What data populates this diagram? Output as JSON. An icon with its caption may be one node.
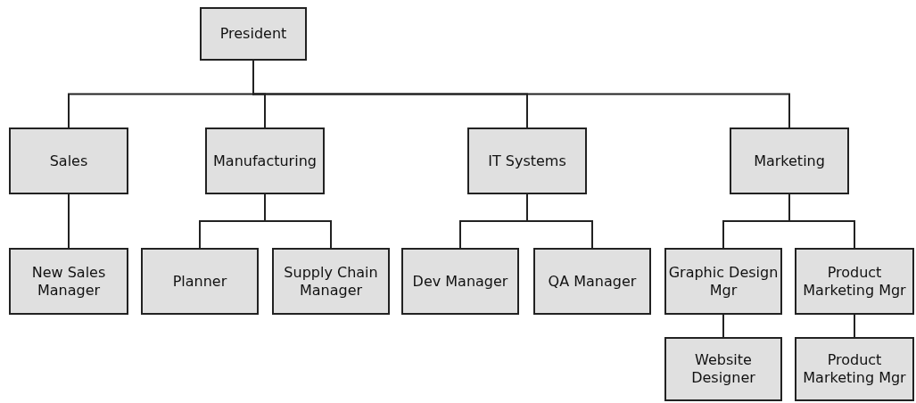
{
  "diagram": {
    "nodes": [
      {
        "text": [
          "President"
        ]
      },
      {
        "text": [
          "Sales"
        ]
      },
      {
        "text": [
          "Manufacturing"
        ]
      },
      {
        "text": [
          "IT Systems"
        ]
      },
      {
        "text": [
          "Marketing"
        ]
      },
      {
        "text": [
          "New Sales Manager"
        ]
      },
      {
        "text": [
          "Planner"
        ]
      },
      {
        "text": [
          "Supply Chain Manager"
        ]
      },
      {
        "text": [
          "Dev Manager"
        ]
      },
      {
        "text": [
          "QA Manager"
        ]
      },
      {
        "text": [
          "Graphic Design Mgr"
        ]
      },
      {
        "text": [
          "Product Marketing Mgr"
        ]
      },
      {
        "text": [
          "Website Designer"
        ]
      },
      {
        "text": [
          "Product Marketing Mgr"
        ]
      }
    ],
    "edges": [
      {
        "from": 0,
        "to": 1,
        "arrow": "none"
      },
      {
        "from": 0,
        "to": 2,
        "arrow": "none"
      },
      {
        "from": 0,
        "to": 3,
        "arrow": "none"
      },
      {
        "from": 0,
        "to": 4,
        "arrow": "none"
      },
      {
        "from": 1,
        "to": 5,
        "arrow": "none"
      },
      {
        "from": 2,
        "to": 6,
        "arrow": "none"
      },
      {
        "from": 2,
        "to": 7,
        "arrow": "none"
      },
      {
        "from": 3,
        "to": 8,
        "arrow": "none"
      },
      {
        "from": 3,
        "to": 9,
        "arrow": "none"
      },
      {
        "from": 4,
        "to": 10,
        "arrow": "none"
      },
      {
        "from": 4,
        "to": 11,
        "arrow": "none"
      },
      {
        "from": 10,
        "to": 12,
        "arrow": "none"
      },
      {
        "from": 11,
        "to": 13,
        "arrow": "none"
      }
    ]
  }
}
